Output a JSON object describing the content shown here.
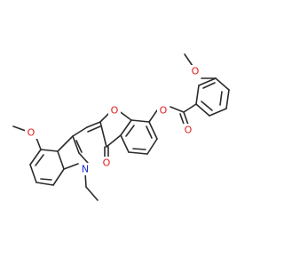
{
  "molecule": {
    "atoms": {
      "o_furan": {
        "label": "O",
        "color": "#e01b1b"
      },
      "o_ketone": {
        "label": "O",
        "color": "#e01b1b"
      },
      "o_ester": {
        "label": "O",
        "color": "#e01b1b"
      },
      "o_carbonyl": {
        "label": "O",
        "color": "#e01b1b"
      },
      "o_methoxy_benzoate": {
        "label": "O",
        "color": "#e01b1b"
      },
      "o_methoxy_indole": {
        "label": "O",
        "color": "#e01b1b"
      },
      "n_indole": {
        "label": "N",
        "color": "#1b2bd6"
      }
    },
    "bond_color": "#2b2b2b"
  }
}
